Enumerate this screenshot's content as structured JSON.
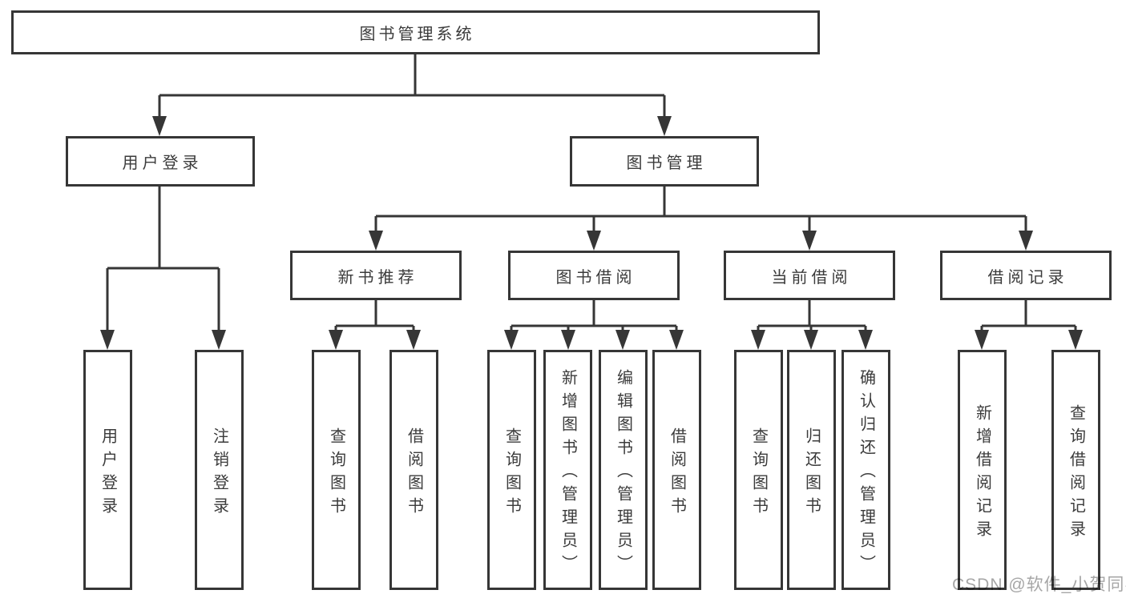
{
  "diagram": {
    "title": "图书管理系统",
    "branches": [
      {
        "label": "用户登录",
        "children": [
          "用户登录",
          "注销登录"
        ]
      },
      {
        "label": "图书管理",
        "sections": [
          {
            "label": "新书推荐",
            "children": [
              "查询图书",
              "借阅图书"
            ]
          },
          {
            "label": "图书借阅",
            "children": [
              "查询图书",
              "新增图书（管理员）",
              "编辑图书（管理员）",
              "借阅图书"
            ]
          },
          {
            "label": "当前借阅",
            "children": [
              "查询图书",
              "归还图书",
              "确认归还（管理员）"
            ]
          },
          {
            "label": "借阅记录",
            "children": [
              "新增借阅记录",
              "查询借阅记录"
            ]
          }
        ]
      }
    ]
  },
  "watermark": {
    "text": "CSDN @软件_小贺同学"
  },
  "colors": {
    "line": "#363636",
    "box_border": "#363636",
    "box_background": "#ffffff",
    "text": "#3b3b3b",
    "watermark": "#a6a6a6",
    "page_background": "#ffffff"
  }
}
